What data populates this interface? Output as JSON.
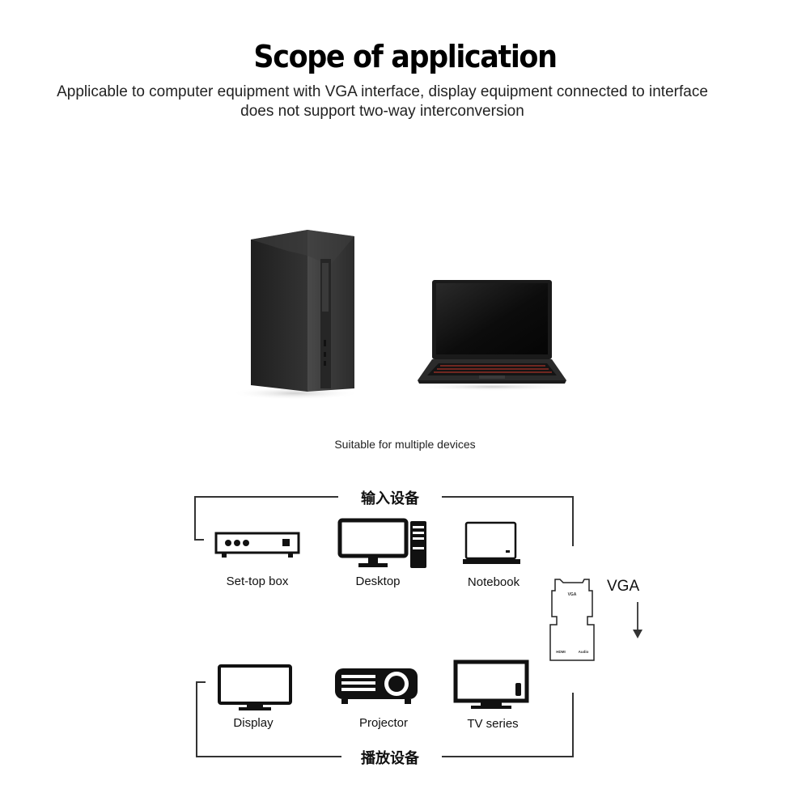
{
  "header": {
    "title": "Scope of application",
    "subtitle": "Applicable to computer equipment with VGA interface, display equipment connected to interface does not support two-way interconversion"
  },
  "photos": {
    "caption": "Suitable for multiple devices"
  },
  "diagram": {
    "input_title": "输入设备",
    "output_title": "播放设备",
    "inputs": [
      {
        "label": "Set-top box",
        "icon": "set-top-box-icon"
      },
      {
        "label": "Desktop",
        "icon": "desktop-icon"
      },
      {
        "label": "Notebook",
        "icon": "notebook-icon"
      }
    ],
    "outputs": [
      {
        "label": "Display",
        "icon": "display-icon"
      },
      {
        "label": "Projector",
        "icon": "projector-icon"
      },
      {
        "label": "TV series",
        "icon": "tv-icon"
      }
    ],
    "converter": {
      "label": "VGA",
      "top_print": "VGA",
      "port_left": "HDMI",
      "port_right": "Audio",
      "icon": "arrow-down-icon"
    }
  }
}
